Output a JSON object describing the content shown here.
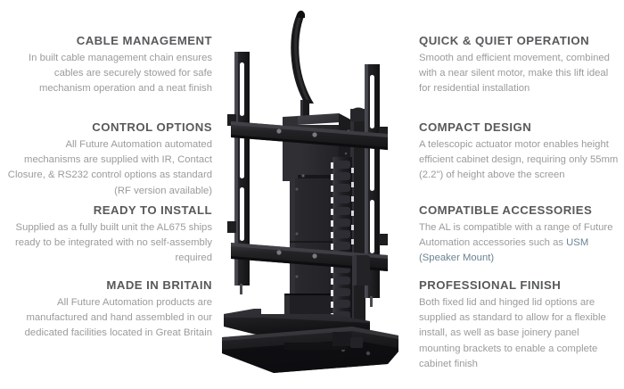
{
  "page": {
    "background_color": "#ffffff",
    "heading_color": "#58595b",
    "body_color": "#9b9b9d",
    "link_color": "#6a8392"
  },
  "features_left": [
    {
      "id": "cable",
      "title": "CABLE MANAGEMENT",
      "body": "In built cable management chain ensures cables are securely stowed for safe mechanism operation and a neat finish"
    },
    {
      "id": "control",
      "title": "CONTROL OPTIONS",
      "body": "All Future Automation automated mechanisms are supplied with IR, Contact Closure, & RS232 control options as standard (RF version available)"
    },
    {
      "id": "ready",
      "title": "READY TO INSTALL",
      "body": "Supplied as a fully built unit the AL675 ships ready to be integrated with no self-assembly required"
    },
    {
      "id": "britain",
      "title": "MADE IN BRITAIN",
      "body": "All Future Automation products are manufactured and hand assembled in our dedicated facilities located in Great Britain"
    }
  ],
  "features_right": [
    {
      "id": "quick",
      "title": "QUICK & QUIET OPERATION",
      "body": "Smooth and efficient movement, combined with a near silent motor, make this lift ideal for residential installation"
    },
    {
      "id": "compact",
      "title": "COMPACT DESIGN",
      "body": "A telescopic actuator motor enables height efficient cabinet design, requiring only 55mm (2.2\") of height above the screen"
    },
    {
      "id": "accessories",
      "title": "COMPATIBLE ACCESSORIES",
      "body_before_link": "The AL is compatible with a range of Future Automation accessories such as ",
      "link_text": "USM (Speaker Mount)",
      "body_after_link": ""
    },
    {
      "id": "finish",
      "title": "PROFESSIONAL FINISH",
      "body": "Both fixed lid and hinged lid options are supplied as standard to allow for a flexible install, as well as base joinery panel mounting brackets to enable a complete cabinet finish"
    }
  ],
  "product_image": {
    "alt": "AL675 television lift mechanism with telescopic actuator, mounting rails, cable management chain and base plate",
    "colors": {
      "body_black": "#1c1c1e",
      "panel_dark": "#242427",
      "panel_mid": "#2e2e31",
      "edge_highlight": "#4a4a4e",
      "chain_light": "#e8e8ea"
    }
  }
}
